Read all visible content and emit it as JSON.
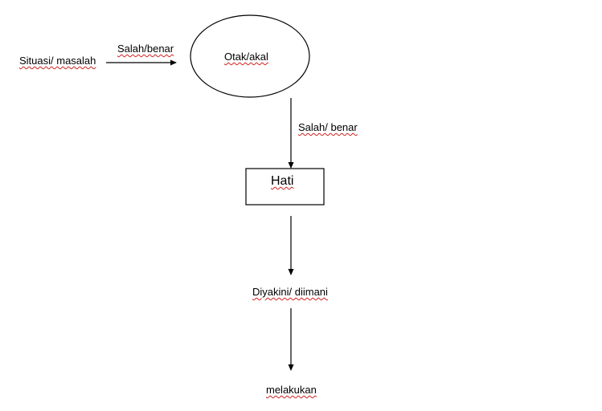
{
  "diagram": {
    "input_label": "Situasi/ masalah",
    "arrow1_label": "Salah/benar",
    "ellipse_label": "Otak/akal",
    "arrow2_label": "Salah/ benar",
    "box_label": "Hati",
    "step3_label": "Diyakini/ diimani",
    "step4_label": "melakukan"
  },
  "colors": {
    "stroke": "#000000",
    "spellcheck_underline": "#d02020",
    "background": "#ffffff"
  }
}
